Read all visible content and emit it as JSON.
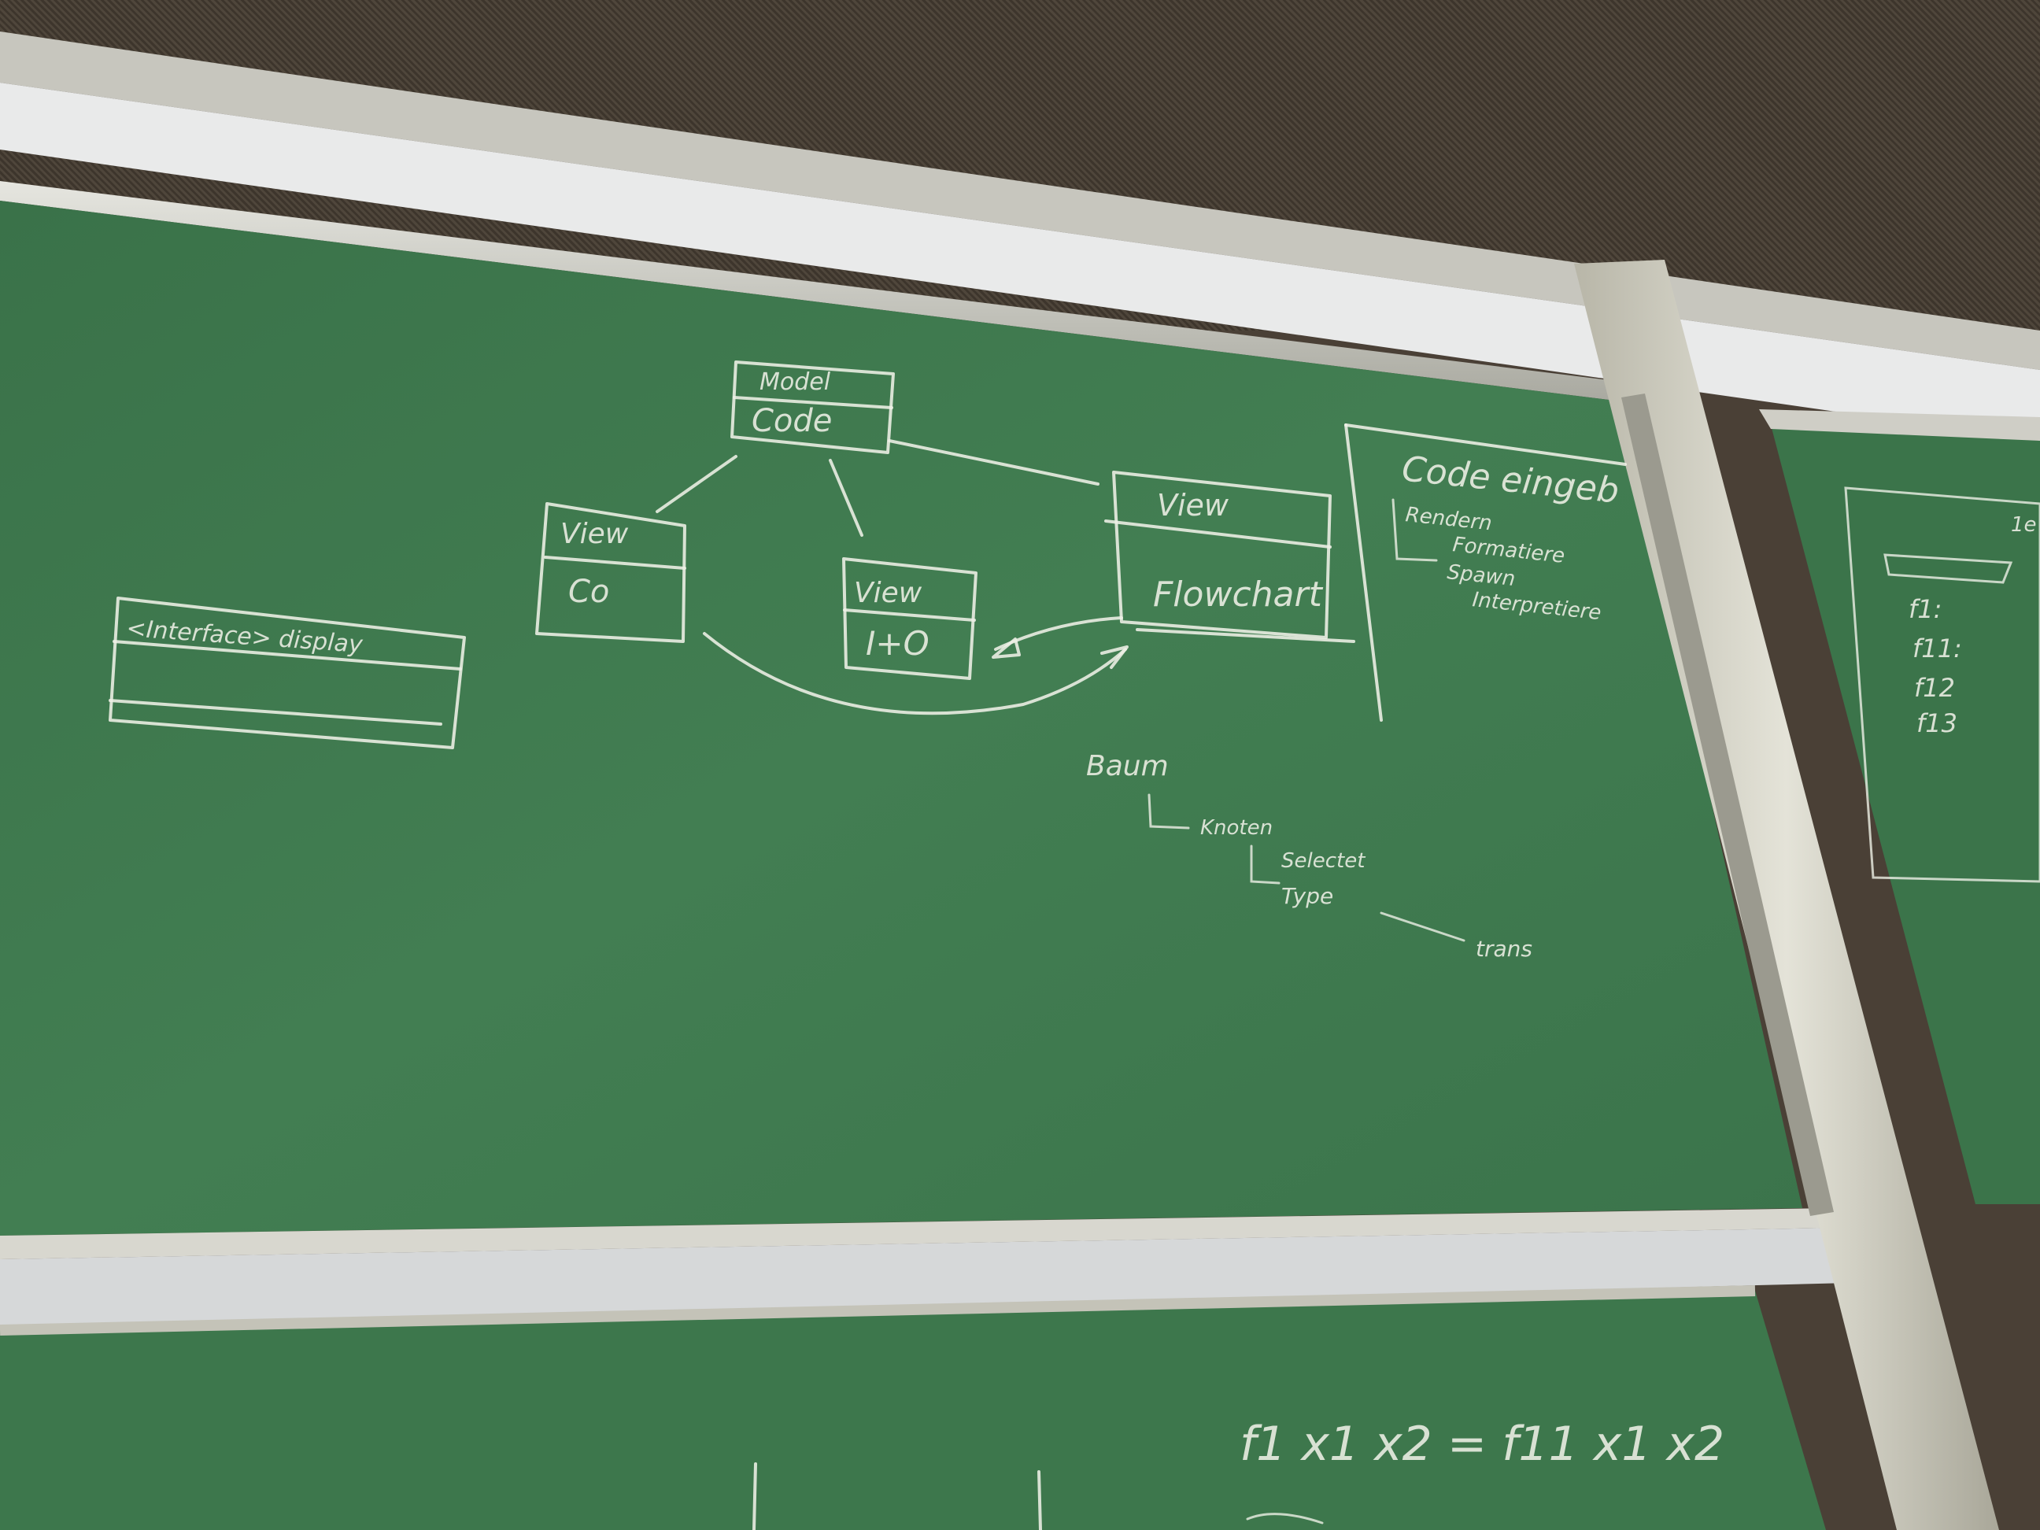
{
  "board": {
    "model_box": {
      "stereotype": "Model",
      "name": "Code"
    },
    "view_boxes": [
      {
        "stereotype": "View",
        "name": "Co"
      },
      {
        "stereotype": "View",
        "name": "I+O"
      },
      {
        "stereotype": "View",
        "name": "Flowchart"
      }
    ],
    "interface_box": {
      "label": "<Interface> display"
    },
    "code_panel": {
      "title": "Code eingeb",
      "items": [
        "Rendern",
        "Formatiere",
        "Spawn",
        "Interpretiere"
      ]
    },
    "tree": {
      "root": "Baum",
      "node": "Knoten",
      "attributes": [
        "Selectet",
        "Type"
      ],
      "type_target": "trans"
    }
  },
  "lower_board": {
    "formula": "f1  x1  x2 = f11  x1  x2"
  },
  "right_board": {
    "label": "1e",
    "lines": [
      "f1:",
      "f11:",
      "f12",
      "f13"
    ]
  },
  "colors": {
    "board_green": "#3f7a4e",
    "chalk": "#eef0e6",
    "frame": "#c9c8bd",
    "ceiling": "#4a4036"
  }
}
